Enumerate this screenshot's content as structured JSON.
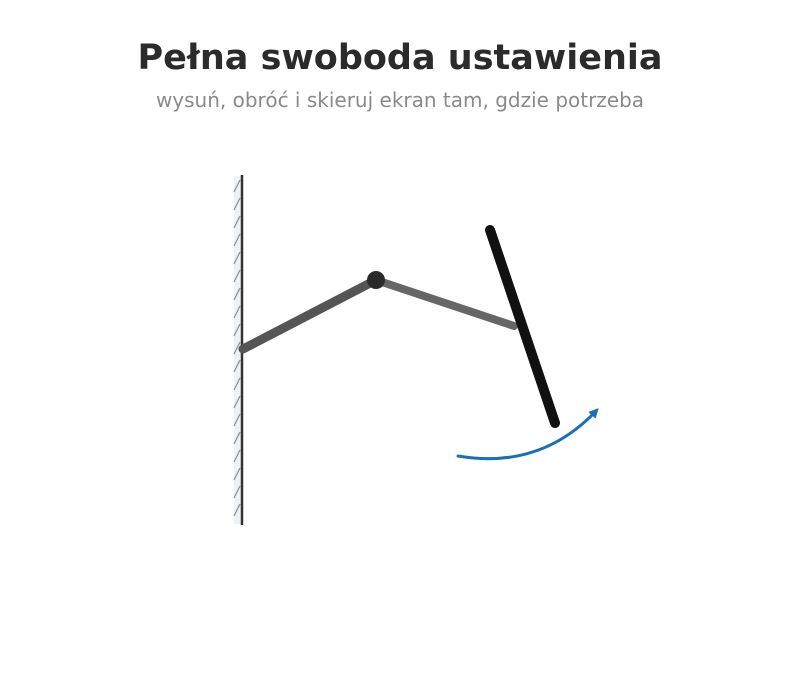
{
  "header": {
    "title": "Pełna swoboda ustawienia",
    "subtitle": "wysuń, obróć i skieruj ekran tam, gdzie potrzeba"
  },
  "diagram": {
    "elements": [
      "wall",
      "wall-mount",
      "arm-segment",
      "arm-joint",
      "arm-segment",
      "screen",
      "rotation-arrow"
    ]
  },
  "colors": {
    "title": "#2b2b2b",
    "subtitle": "#8a8a8a",
    "wall_line": "#333333",
    "wall_fill": "#eef1f6",
    "arm_first": "#555555",
    "arm_second": "#666666",
    "joint": "#2a2a2a",
    "screen": "#111111",
    "arrow": "#1a6fb5"
  }
}
